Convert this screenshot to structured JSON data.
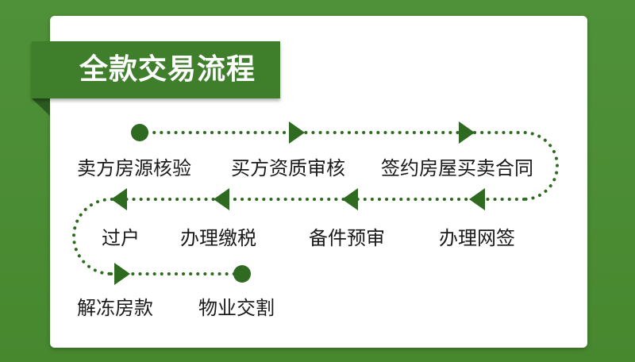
{
  "title": "全款交易流程",
  "steps": [
    "卖方房源核验",
    "买方资质审核",
    "签约房屋买卖合同",
    "办理网签",
    "备件预审",
    "办理缴税",
    "过户",
    "解冻房款",
    "物业交割"
  ],
  "colors": {
    "background": "#4a8a36",
    "ribbon": "#3f7f2c",
    "flow": "#2e6b20",
    "card": "#ffffff"
  }
}
